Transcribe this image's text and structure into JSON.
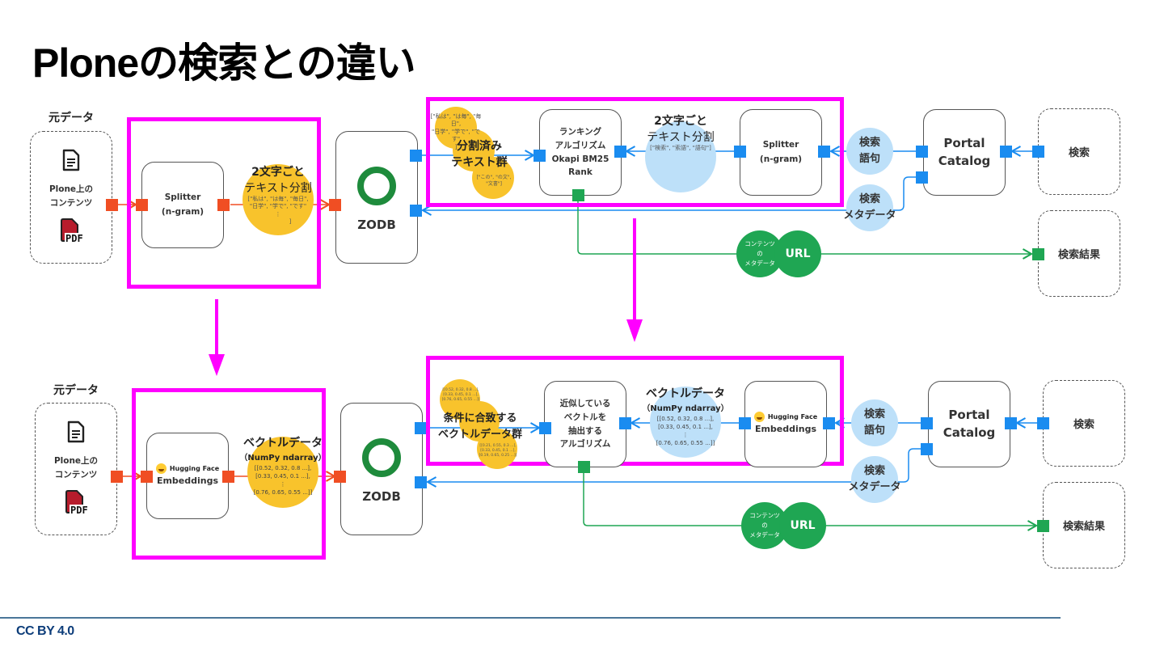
{
  "title": "Ploneの検索との違い",
  "footer": "CC BY 4.0",
  "colors": {
    "highlight": "#ff00ff",
    "port_red": "#f04e23",
    "port_blue": "#1a8cf0",
    "port_green": "#1fa653",
    "circle_yellow": "#f8c32c",
    "circle_blue": "#bde0f9",
    "circle_green": "#1fa653"
  },
  "top": {
    "source_heading": "元データ",
    "source_box": {
      "doc_icon": "document-icon",
      "text": [
        "Plone上の",
        "コンテンツ"
      ],
      "pdf_icon": "pdf-icon",
      "pdf_label": "PDF"
    },
    "splitter": [
      "Splitter",
      "(n-gram)"
    ],
    "split_bubble": {
      "heading": [
        "2文字ごと",
        "テキスト分割"
      ],
      "sample": [
        "[\"私は\", \"は毎\", \"毎日\",",
        "\"日学\", \"学で\", \"です\"",
        "⋮",
        "]"
      ]
    },
    "zodb": "ZODB",
    "split_texts": {
      "label": [
        "分割済み",
        "テキスト群"
      ],
      "sample_top": [
        "[\"私は\", \"は毎\", \"毎日\",",
        "\"日学\", \"学で\", \"です\"",
        "]"
      ],
      "sample_bottom": "[\"この\", \"の文\", \"文書\"]"
    },
    "ranking": [
      "ランキング",
      "アルゴリズム",
      "Okapi BM25 Rank"
    ],
    "query_bubble": {
      "heading": [
        "2文字ごと",
        "テキスト分割"
      ],
      "sample": "[\"検索\", \"索語\", \"語句\"]"
    },
    "splitter_query": [
      "Splitter",
      "(n-gram)"
    ],
    "search_terms": [
      "検索",
      "語句"
    ],
    "search_meta": [
      "検索",
      "メタデータ"
    ],
    "portal_catalog": [
      "Portal",
      "Catalog"
    ],
    "search": "検索",
    "result_bubble": {
      "left": [
        "コンテンツ",
        "の",
        "メタデータ"
      ],
      "right": "URL"
    },
    "search_results": "検索結果"
  },
  "bottom": {
    "source_heading": "元データ",
    "source_box": {
      "doc_icon": "document-icon",
      "text": [
        "Plone上の",
        "コンテンツ"
      ],
      "pdf_icon": "pdf-icon",
      "pdf_label": "PDF"
    },
    "embeddings": {
      "brand": "Hugging Face",
      "label": "Embeddings"
    },
    "vector_bubble": {
      "heading": "ベクトルデータ",
      "sub": "（NumPy ndarray）",
      "sample": [
        "[[0.52, 0.32, 0.8 ...],",
        "[0.33, 0.45, 0.1 ...],",
        "⋮",
        "[0.76, 0.65, 0.55 ...]]"
      ]
    },
    "zodb": "ZODB",
    "matched_vectors": {
      "label": [
        "条件に合致する",
        "ベクトルデータ群"
      ],
      "sample_top": [
        "[[0.52, 0.32, 0.8 ...],",
        "[0.33, 0.45, 0.1 ...],",
        "[0.76, 0.65, 0.55 ...]]"
      ],
      "sample_bottom": [
        "[[0.21, 0.55, 0.3 ...],",
        "[0.33, 0.45, 0.1 ...],",
        "[0.19, 0.65, 0.25 ...]]"
      ]
    },
    "similarity": [
      "近似している",
      "ベクトルを",
      "抽出する",
      "アルゴリズム"
    ],
    "query_vector": {
      "heading": "ベクトルデータ",
      "sub": "（NumPy ndarray）",
      "sample": [
        "[[0.52, 0.32, 0.8 ...],",
        "[0.33, 0.45, 0.1 ...],",
        "⋮",
        "[0.76, 0.65, 0.55 ...]]"
      ]
    },
    "embeddings_query": {
      "brand": "Hugging Face",
      "label": "Embeddings"
    },
    "search_terms": [
      "検索",
      "語句"
    ],
    "search_meta": [
      "検索",
      "メタデータ"
    ],
    "portal_catalog": [
      "Portal",
      "Catalog"
    ],
    "search": "検索",
    "result_bubble": {
      "left": [
        "コンテンツ",
        "の",
        "メタデータ"
      ],
      "right": "URL"
    },
    "search_results": "検索結果"
  }
}
